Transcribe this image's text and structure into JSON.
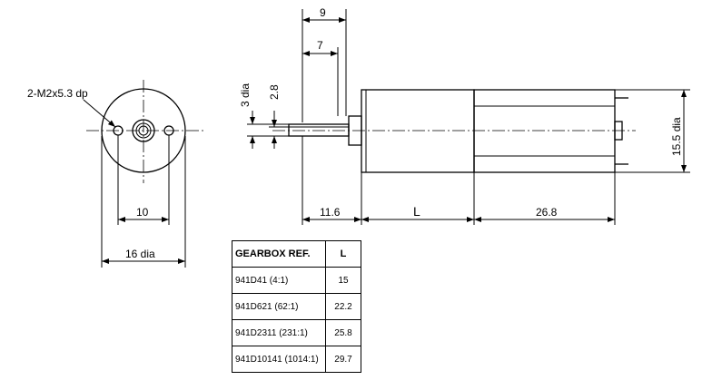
{
  "front_view": {
    "thread_callout": "2-M2x5.3 dp",
    "hole_spacing": "10",
    "diameter": "16 dia"
  },
  "side_view": {
    "dim_9": "9",
    "dim_7": "7",
    "dim_3dia": "3 dia",
    "dim_2_8": "2.8",
    "dim_11_6": "11.6",
    "dim_L": "L",
    "dim_26_8": "26.8",
    "dim_15_5dia": "15.5 dia"
  },
  "gearbox_table": {
    "headers": [
      "GEARBOX REF.",
      "L"
    ],
    "rows": [
      {
        "ref": "941D41 (4:1)",
        "l": "15"
      },
      {
        "ref": "941D621 (62:1)",
        "l": "22.2"
      },
      {
        "ref": "941D2311 (231:1)",
        "l": "25.8"
      },
      {
        "ref": "941D10141 (1014:1)",
        "l": "29.7"
      }
    ]
  }
}
